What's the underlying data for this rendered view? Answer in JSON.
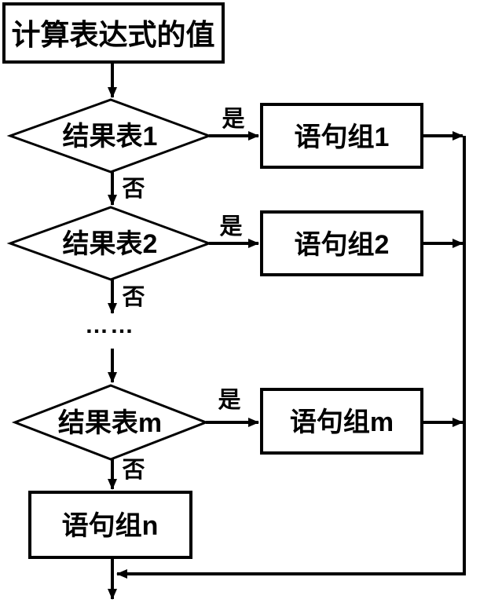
{
  "flowchart": {
    "title_meaning": "switch / multi-branch selection flowchart",
    "start_label": "计算表达式的值",
    "yes_label": "是",
    "no_label": "否",
    "ellipsis": "……",
    "rows": [
      {
        "decision": "结果表1",
        "action": "语句组1"
      },
      {
        "decision": "结果表2",
        "action": "语句组2"
      },
      {
        "decision": "结果表m",
        "action": "语句组m"
      }
    ],
    "default_action": "语句组n",
    "colors": {
      "line": "#000000",
      "background": "#ffffff",
      "text": "#000000"
    }
  }
}
